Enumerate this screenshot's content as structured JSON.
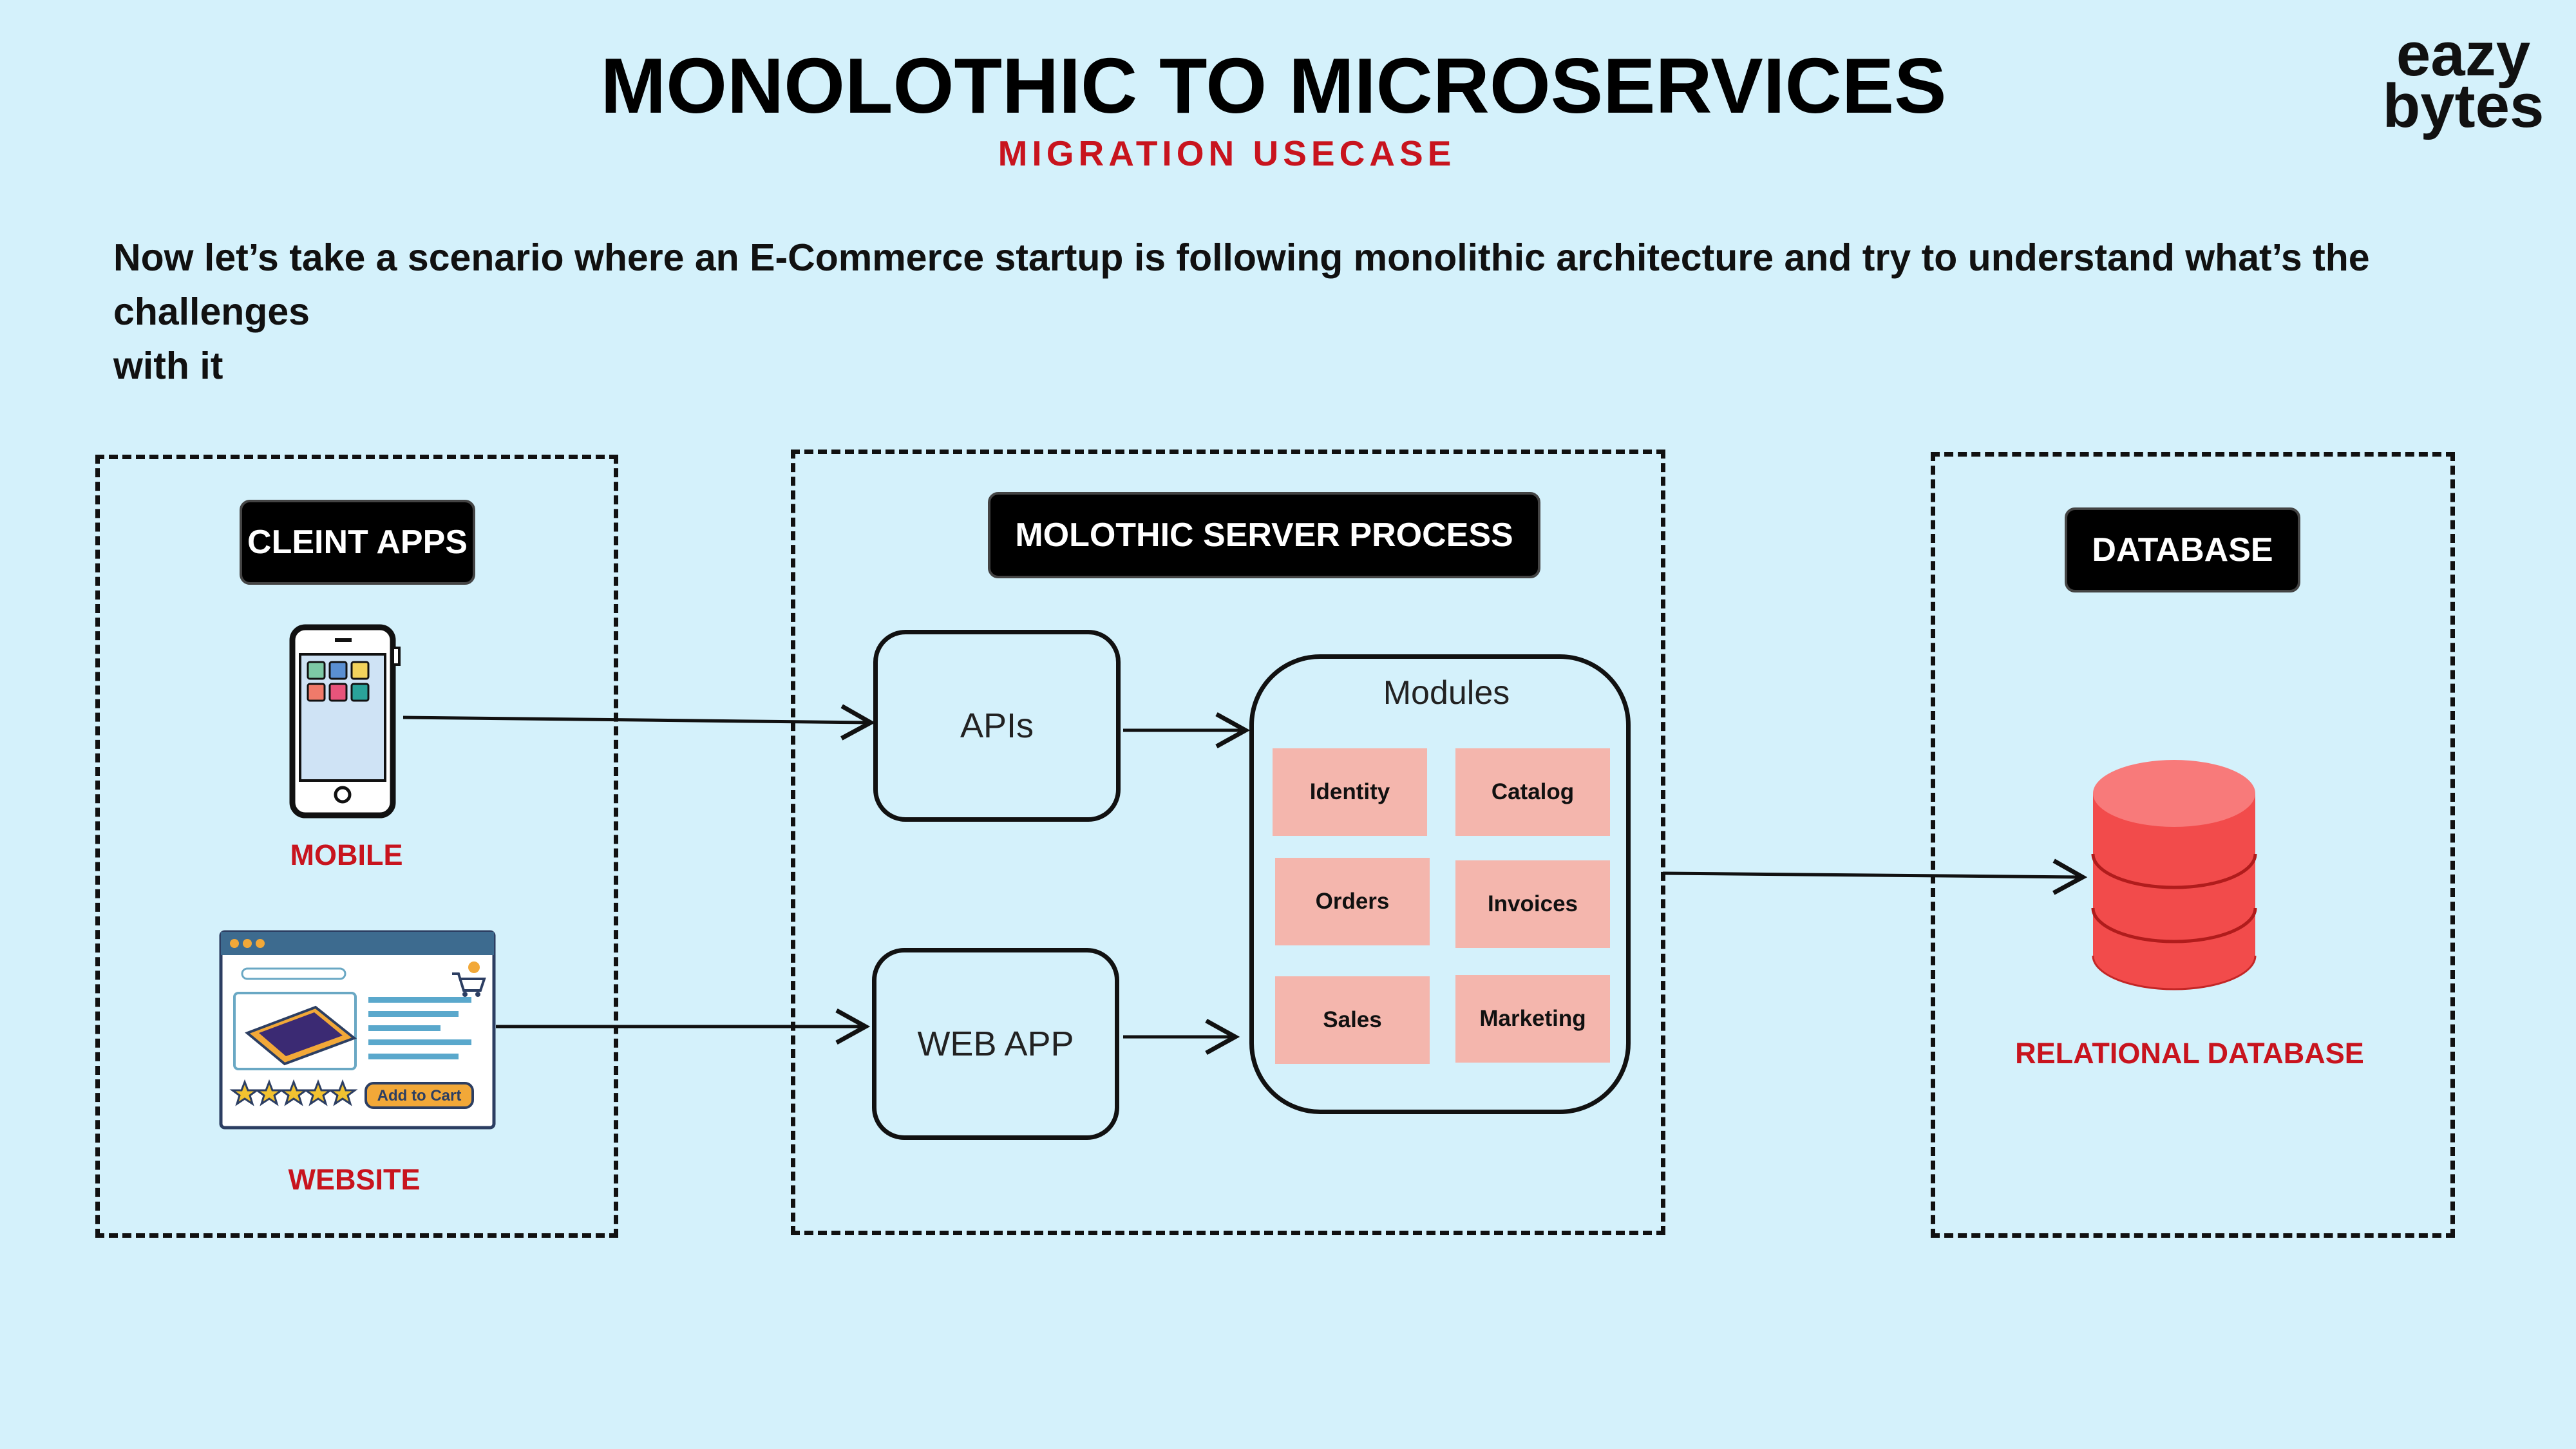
{
  "header": {
    "title": "MONOLOTHIC TO MICROSERVICES",
    "subtitle": "MIGRATION USECASE",
    "logo_line1": "eazy",
    "logo_line2": "bytes"
  },
  "intro": {
    "line1": "Now let’s take a scenario where an E-Commerce startup is following monolithic architecture and try to understand what’s the challenges",
    "line2": "with it"
  },
  "client_apps": {
    "header": "CLEINT APPS",
    "mobile_label": "MOBILE",
    "website_label": "WEBSITE",
    "add_to_cart": "Add to Cart"
  },
  "server": {
    "header": "MOLOTHIC SERVER PROCESS",
    "apis_label": "APIs",
    "webapp_label": "WEB APP",
    "modules_title": "Modules",
    "modules": [
      "Identity",
      "Catalog",
      "Orders",
      "Invoices",
      "Sales",
      "Marketing"
    ]
  },
  "database": {
    "header": "DATABASE",
    "label": "RELATIONAL DATABASE"
  },
  "colors": {
    "background": "#d4f1fb",
    "accent_red": "#c8141e",
    "module_fill": "#f4b6ad",
    "db_red": "#f24b4b"
  },
  "icons": [
    "smartphone-icon",
    "browser-window-icon",
    "shopping-cart-icon",
    "star-icon",
    "database-cylinder-icon"
  ]
}
